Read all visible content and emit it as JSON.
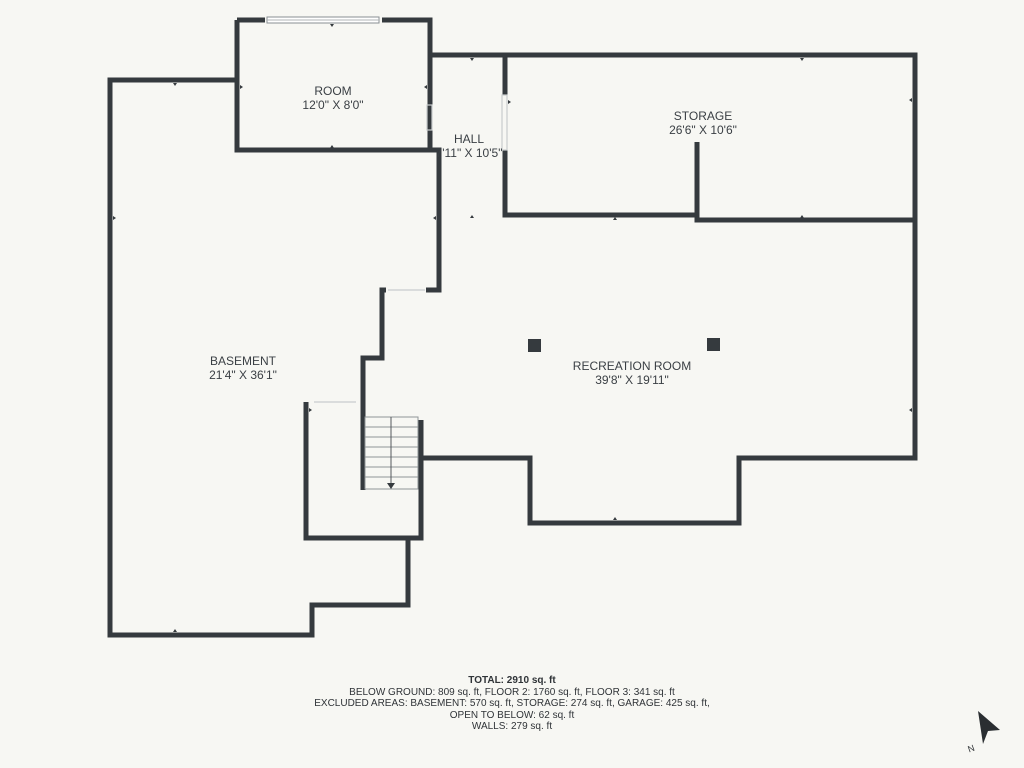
{
  "rooms": {
    "room": {
      "name": "ROOM",
      "dims": "12'0\" X 8'0\""
    },
    "hall": {
      "name": "HALL",
      "dims": "7'11\" X 10'5\""
    },
    "storage": {
      "name": "STORAGE",
      "dims": "26'6\" X 10'6\""
    },
    "basement": {
      "name": "BASEMENT",
      "dims": "21'4\" X 36'1\""
    },
    "recreation": {
      "name": "RECREATION ROOM",
      "dims": "39'8\" X 19'11\""
    }
  },
  "summary": {
    "total": "TOTAL: 2910 sq. ft",
    "line1": "BELOW GROUND: 809 sq. ft, FLOOR 2: 1760 sq. ft, FLOOR 3: 341 sq. ft",
    "line2": "EXCLUDED AREAS: BASEMENT: 570 sq. ft, STORAGE: 274 sq. ft, GARAGE: 425 sq. ft,",
    "line3": "OPEN TO BELOW: 62 sq. ft",
    "line4": "WALLS: 279 sq. ft"
  },
  "compass": {
    "label": "N"
  },
  "colors": {
    "wall": "#353a3e",
    "background": "#f7f7f3",
    "floor": "#f7f7f3"
  }
}
